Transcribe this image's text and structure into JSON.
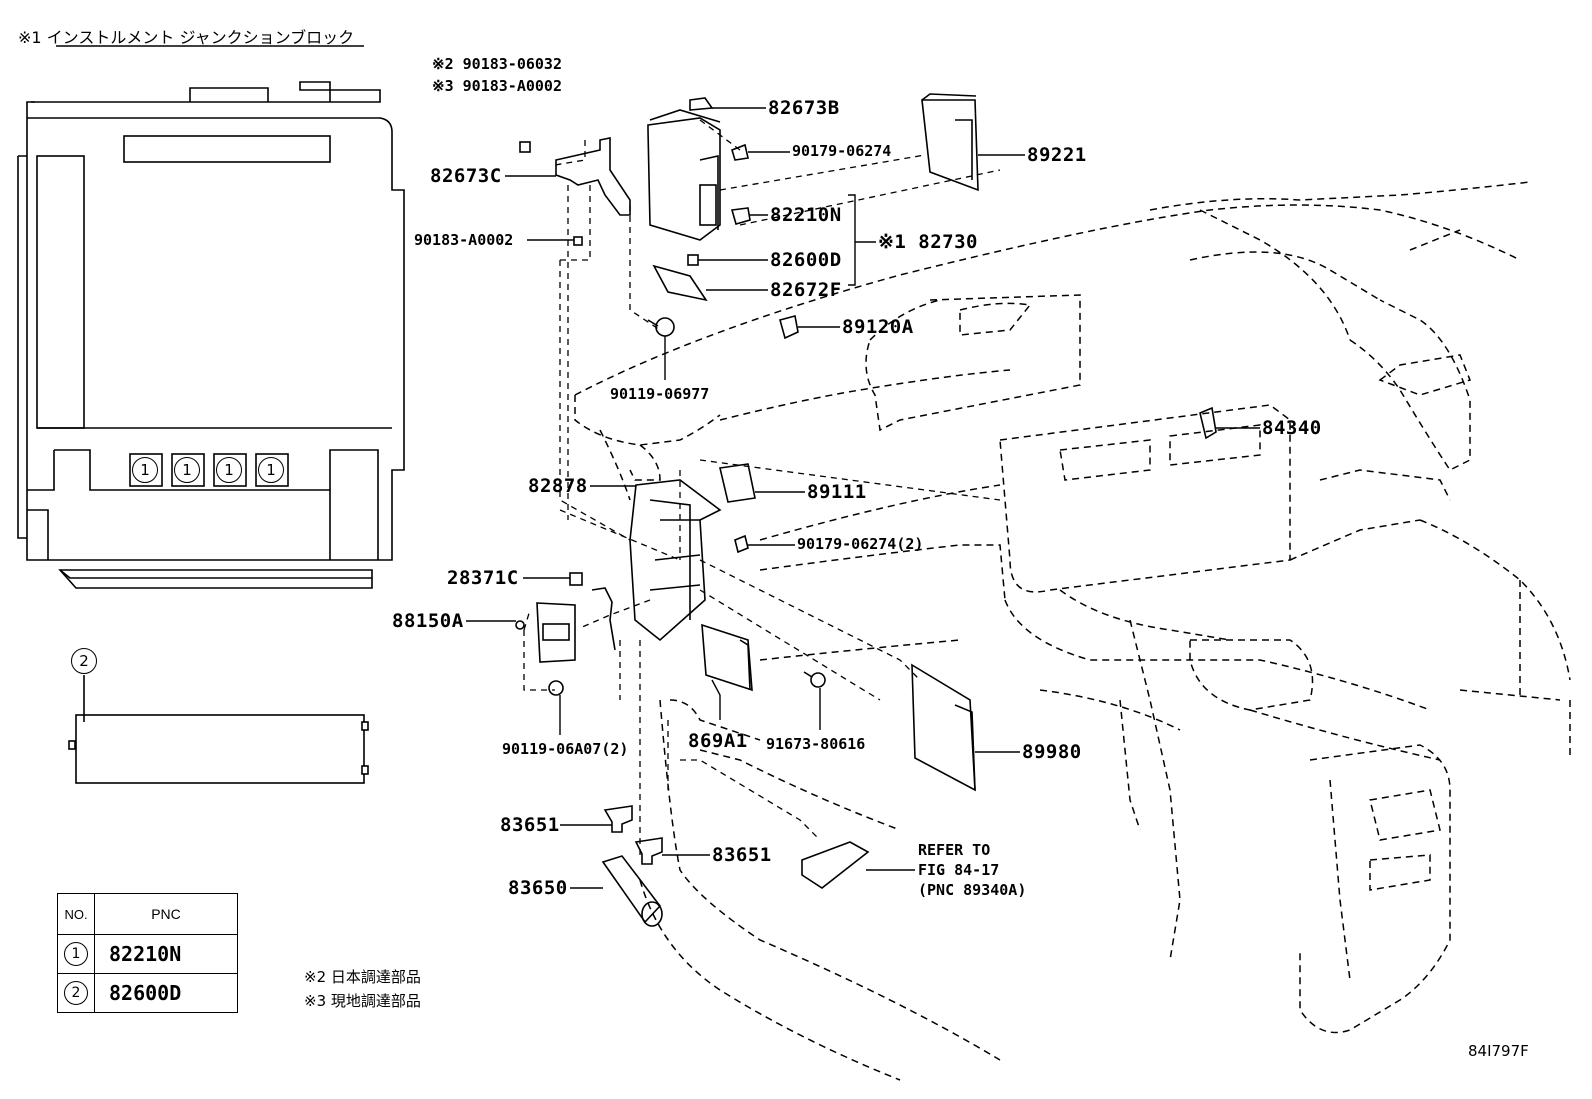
{
  "jb_title": "※1 インストルメント ジャンクションブロック",
  "circle_marker_1": "1",
  "circle_marker_2": "2",
  "callouts": {
    "c_90183_06032": "※2 90183-06032",
    "c_90183_A0002_top": "※3 90183-A0002",
    "c_82673B": "82673B",
    "c_90179_06274": "90179-06274",
    "c_89221": "89221",
    "c_82673C": "82673C",
    "c_82210N": "82210N",
    "c_82730": "※1 82730",
    "c_90183_A0002": "90183-A0002",
    "c_82600D": "82600D",
    "c_82672F": "82672F",
    "c_89120A": "89120A",
    "c_90119_06977": "90119-06977",
    "c_84340": "84340",
    "c_82878": "82878",
    "c_89111": "89111",
    "c_90179_06274_2": "90179-06274(2)",
    "c_28371C": "28371C",
    "c_88150A": "88150A",
    "c_90119_06A07": "90119-06A07(2)",
    "c_869A1": "869A1",
    "c_91673_80616": "91673-80616",
    "c_89980": "89980",
    "c_83651_a": "83651",
    "c_83651_b": "83651",
    "c_83650": "83650",
    "refer_1": "REFER TO",
    "refer_2": "FIG 84-17",
    "refer_3": "(PNC 89340A)"
  },
  "pnc_table": {
    "header_no": "NO.",
    "header_pnc": "PNC",
    "rows": [
      {
        "no": "1",
        "pnc": "82210N"
      },
      {
        "no": "2",
        "pnc": "82600D"
      }
    ]
  },
  "notes": {
    "note2": "※2 日本調達部品",
    "note3": "※3 現地調達部品"
  },
  "figure_id": "84I797F"
}
